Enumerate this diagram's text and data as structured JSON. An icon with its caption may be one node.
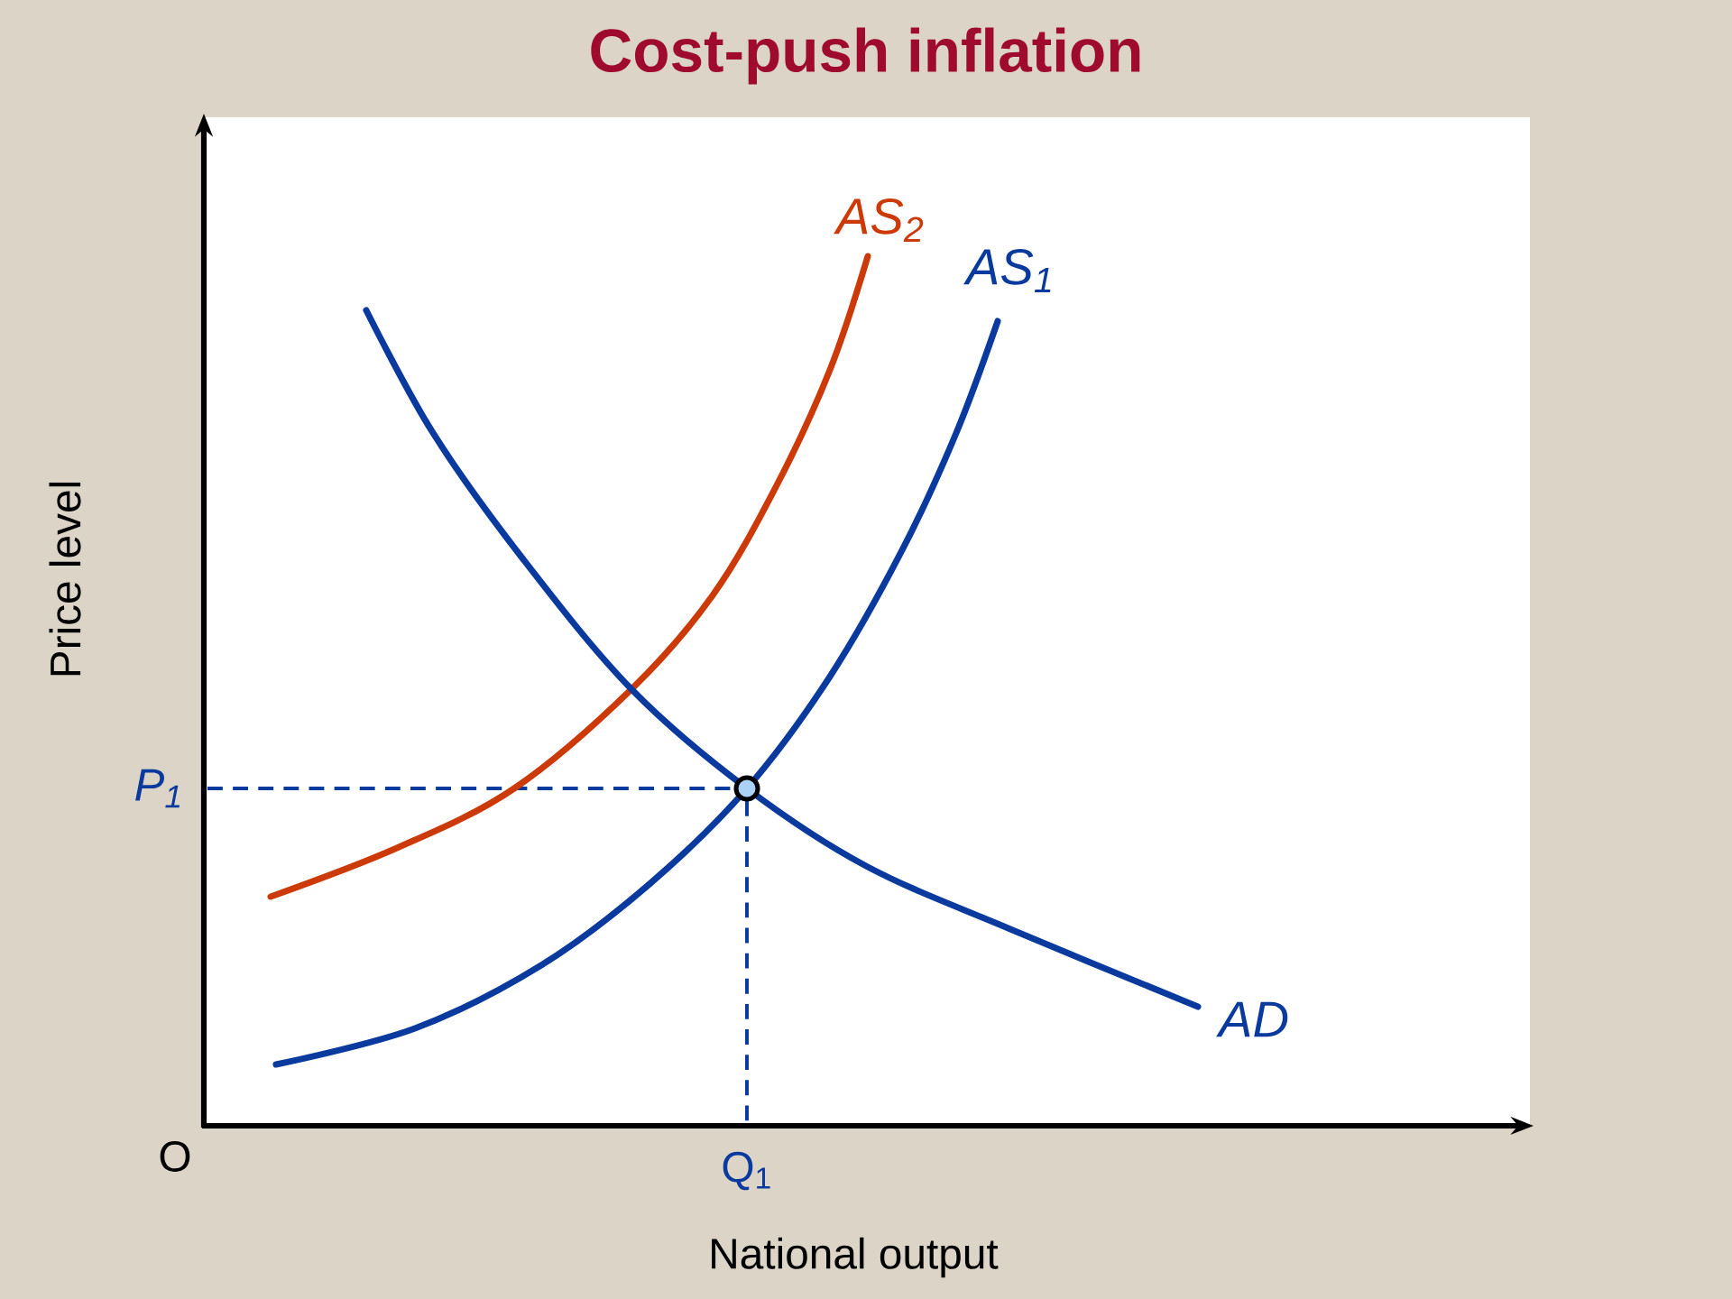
{
  "diagram": {
    "title": "Cost-push inflation",
    "labels": [
      "AS$_{2}$",
      "AS$_{1}$",
      "Price level",
      "P$_{1}$",
      "AD",
      "O",
      "Q$_{1}$",
      "National output"
    ]
  }
}
